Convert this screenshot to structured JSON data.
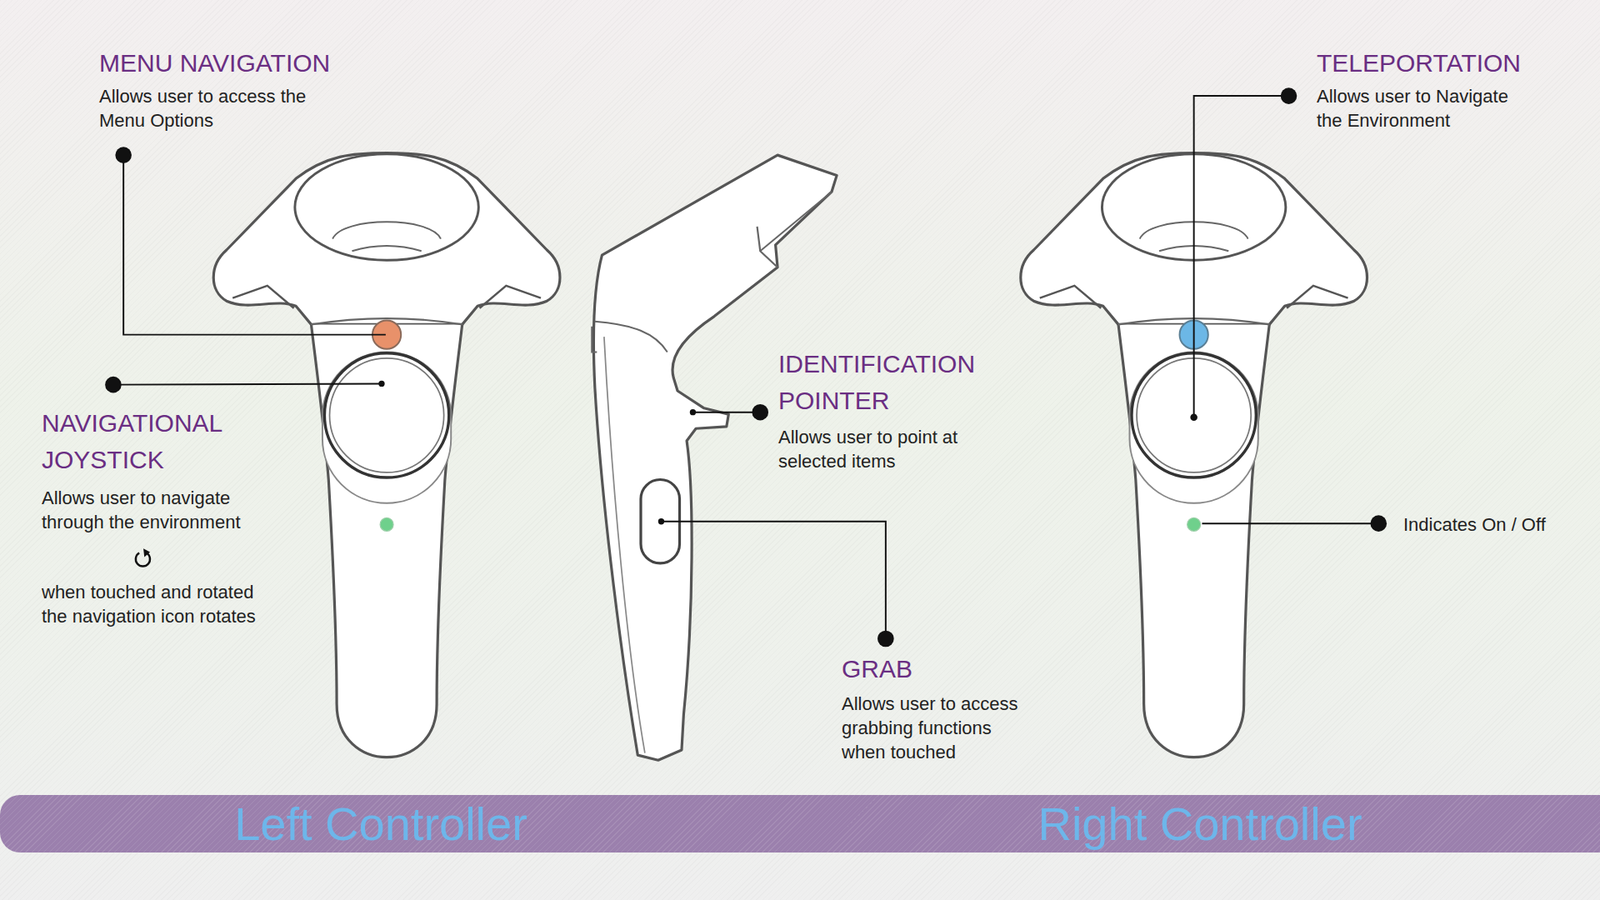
{
  "diagram": {
    "nodes": [
      {
        "text": [
          "Left Controller",
          "Right Controller"
        ]
      }
    ],
    "labels": [
      "MENU NAVIGATION",
      "Allows user to access the Menu Options",
      "TELEPORTATION",
      "Allows user to Navigate the Environment",
      "IDENTIFICATION POINTER",
      "Allows user to point at selected items",
      "NAVIGATIONAL JOYSTICK",
      "Allows user to navigate through the environment",
      "when touched and rotated the navigation icon rotates",
      "Indicates On / Off",
      "GRAB",
      "Allows user to access grabbing functions when touched"
    ]
  }
}
